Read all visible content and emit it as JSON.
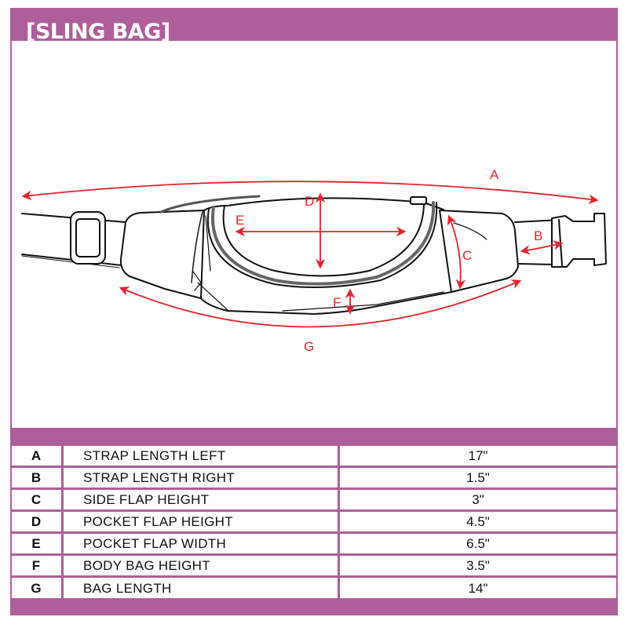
{
  "title": "[SLING BAG]",
  "colors": {
    "accent": "#ae5f99",
    "arrow": "#e0252b",
    "outline": "#111111",
    "background": "#ffffff"
  },
  "diagram": {
    "labels": {
      "A": "A",
      "B": "B",
      "C": "C",
      "D": "D",
      "E": "E",
      "F": "F",
      "G": "G"
    }
  },
  "table": {
    "rows": [
      {
        "key": "A",
        "label": "STRAP LENGTH LEFT",
        "value": "17\""
      },
      {
        "key": "B",
        "label": "STRAP LENGTH RIGHT",
        "value": "1.5\""
      },
      {
        "key": "C",
        "label": "SIDE FLAP HEIGHT",
        "value": "3\""
      },
      {
        "key": "D",
        "label": "POCKET FLAP HEIGHT",
        "value": "4.5\""
      },
      {
        "key": "E",
        "label": "POCKET FLAP WIDTH",
        "value": "6.5\""
      },
      {
        "key": "F",
        "label": "BODY BAG HEIGHT",
        "value": "3.5\""
      },
      {
        "key": "G",
        "label": "BAG LENGTH",
        "value": "14\""
      }
    ]
  }
}
